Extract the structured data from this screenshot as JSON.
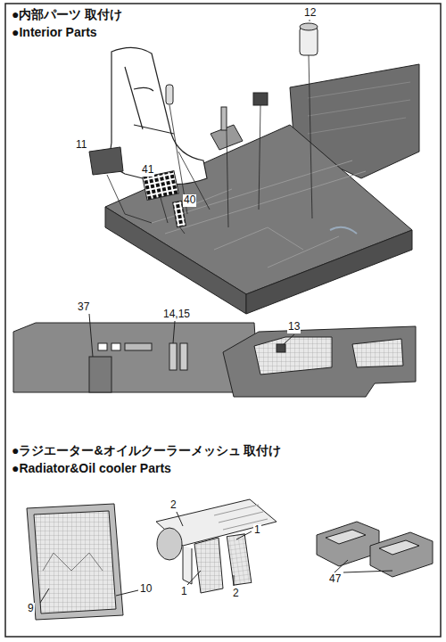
{
  "diagram": {
    "labels": [
      "●内部パーツ 取付け",
      "●Interior Parts",
      "12",
      "11",
      "41",
      "40",
      "37",
      "14,15",
      "13",
      "●ラジエーター&オイルクーラーメッシュ 取付け",
      "●Radiator&Oil cooler Parts",
      "2",
      "1",
      "10",
      "1",
      "2",
      "9",
      "47"
    ]
  }
}
